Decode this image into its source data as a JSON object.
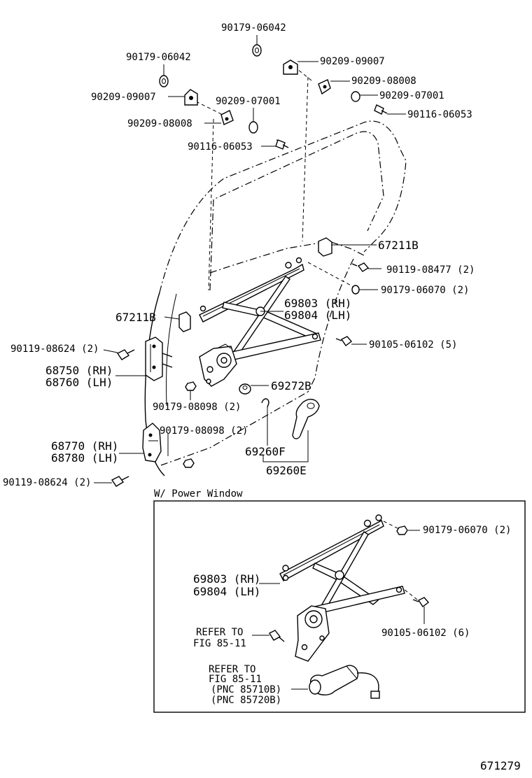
{
  "labels": {
    "p90179_06042_top": "90179-06042",
    "p90179_06042_left": "90179-06042",
    "p90209_09007_right": "90209-09007",
    "p90209_08008_right": "90209-08008",
    "p90209_07001_right": "90209-07001",
    "p90116_06053_right": "90116-06053",
    "p90209_09007_left": "90209-09007",
    "p90209_07001_mid": "90209-07001",
    "p90209_08008_left": "90209-08008",
    "p90116_06053_mid": "90116-06053",
    "p67211B_right": "67211B",
    "p90119_08477": "90119-08477 (2)",
    "p90179_06070": "90179-06070 (2)",
    "p69803_rh": "69803 (RH)",
    "p69804_lh": "69804 (LH)",
    "p67211B_left": "67211B",
    "p90119_08624_upper": "90119-08624 (2)",
    "p90105_06102_5": "90105-06102 (5)",
    "p68750_rh": "68750 (RH)",
    "p68760_lh": "68760 (LH)",
    "p69272B": "69272B",
    "p90179_08098_a": "90179-08098 (2)",
    "p90179_08098_b": "90179-08098 (2)",
    "p68770_rh": "68770 (RH)",
    "p68780_lh": "68780 (LH)",
    "p69260F": "69260F",
    "p69260E": "69260E",
    "p90119_08624_lower": "90119-08624 (2)"
  },
  "power_window": {
    "section_title": "W/ Power Window",
    "p90179_06070": "90179-06070 (2)",
    "p69803_rh": "69803 (RH)",
    "p69804_lh": "69804 (LH)",
    "refer_to_a": "REFER TO",
    "fig_a": "FIG 85-11",
    "p90105_06102_6": "90105-06102 (6)",
    "refer_to_b": "REFER TO",
    "fig_b": "FIG 85-11",
    "pnc_85710B": "(PNC 85710B)",
    "pnc_85720B": "(PNC 85720B)"
  },
  "figure_number": "671279"
}
